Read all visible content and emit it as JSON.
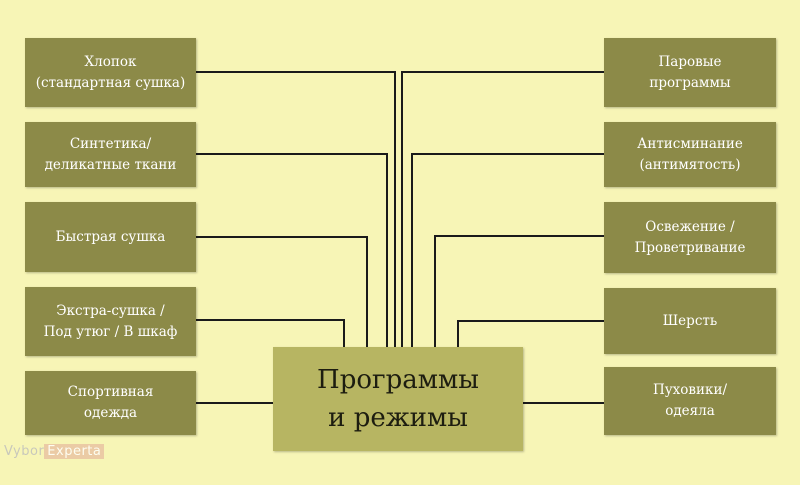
{
  "center": {
    "line1": "Программы",
    "line2": "и режимы"
  },
  "left_boxes": [
    {
      "line1": "Хлопок",
      "line2": "(стандартная сушка)"
    },
    {
      "line1": "Синтетика/",
      "line2": "деликатные ткани"
    },
    {
      "line1": "Быстрая сушка",
      "line2": ""
    },
    {
      "line1": "Экстра-сушка /",
      "line2": "Под утюг / В шкаф"
    },
    {
      "line1": "Спортивная",
      "line2": "одежда"
    }
  ],
  "right_boxes": [
    {
      "line1": "Паровые",
      "line2": "программы"
    },
    {
      "line1": "Антисминание",
      "line2": "(антимятость)"
    },
    {
      "line1": "Освежение /",
      "line2": "Проветривание"
    },
    {
      "line1": "Шерсть",
      "line2": ""
    },
    {
      "line1": "Пуховики/",
      "line2": "одеяла"
    }
  ],
  "watermark": {
    "part1": "Vybor",
    "part2": "Experta"
  },
  "colors": {
    "background": "#f7f5b6",
    "box": "#8c8a48",
    "center_box": "#b7b562",
    "line": "#1a1a1a"
  }
}
